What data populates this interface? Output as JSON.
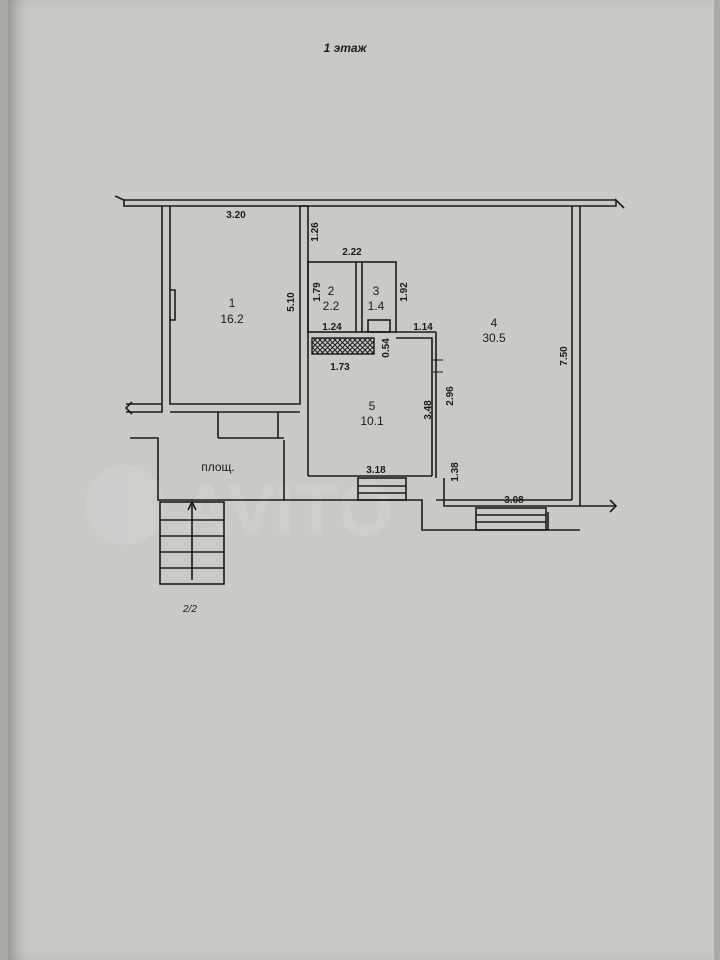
{
  "plan": {
    "floor_title": "1 этаж",
    "sheet_number": "2/2",
    "landing_label": "площ.",
    "rooms": [
      {
        "number": "1",
        "area": "16.2"
      },
      {
        "number": "2",
        "area": "2.2"
      },
      {
        "number": "3",
        "area": "1.4"
      },
      {
        "number": "4",
        "area": "30.5"
      },
      {
        "number": "5",
        "area": "10.1"
      }
    ],
    "dimensions": {
      "d_3_20": "3.20",
      "d_1_26": "1.26",
      "d_2_22": "2.22",
      "d_1_79": "1.79",
      "d_1_92": "1.92",
      "d_5_10": "5.10",
      "d_1_24": "1.24",
      "d_1_14": "1.14",
      "d_1_73": "1.73",
      "d_0_54": "0.54",
      "d_3_48": "3.48",
      "d_2_96": "2.96",
      "d_7_50": "7.50",
      "d_3_18": "3.18",
      "d_1_38": "1.38",
      "d_3_08": "3.08"
    },
    "colors": {
      "paper": "#c9cac6",
      "ink": "#1c1c1c"
    }
  }
}
